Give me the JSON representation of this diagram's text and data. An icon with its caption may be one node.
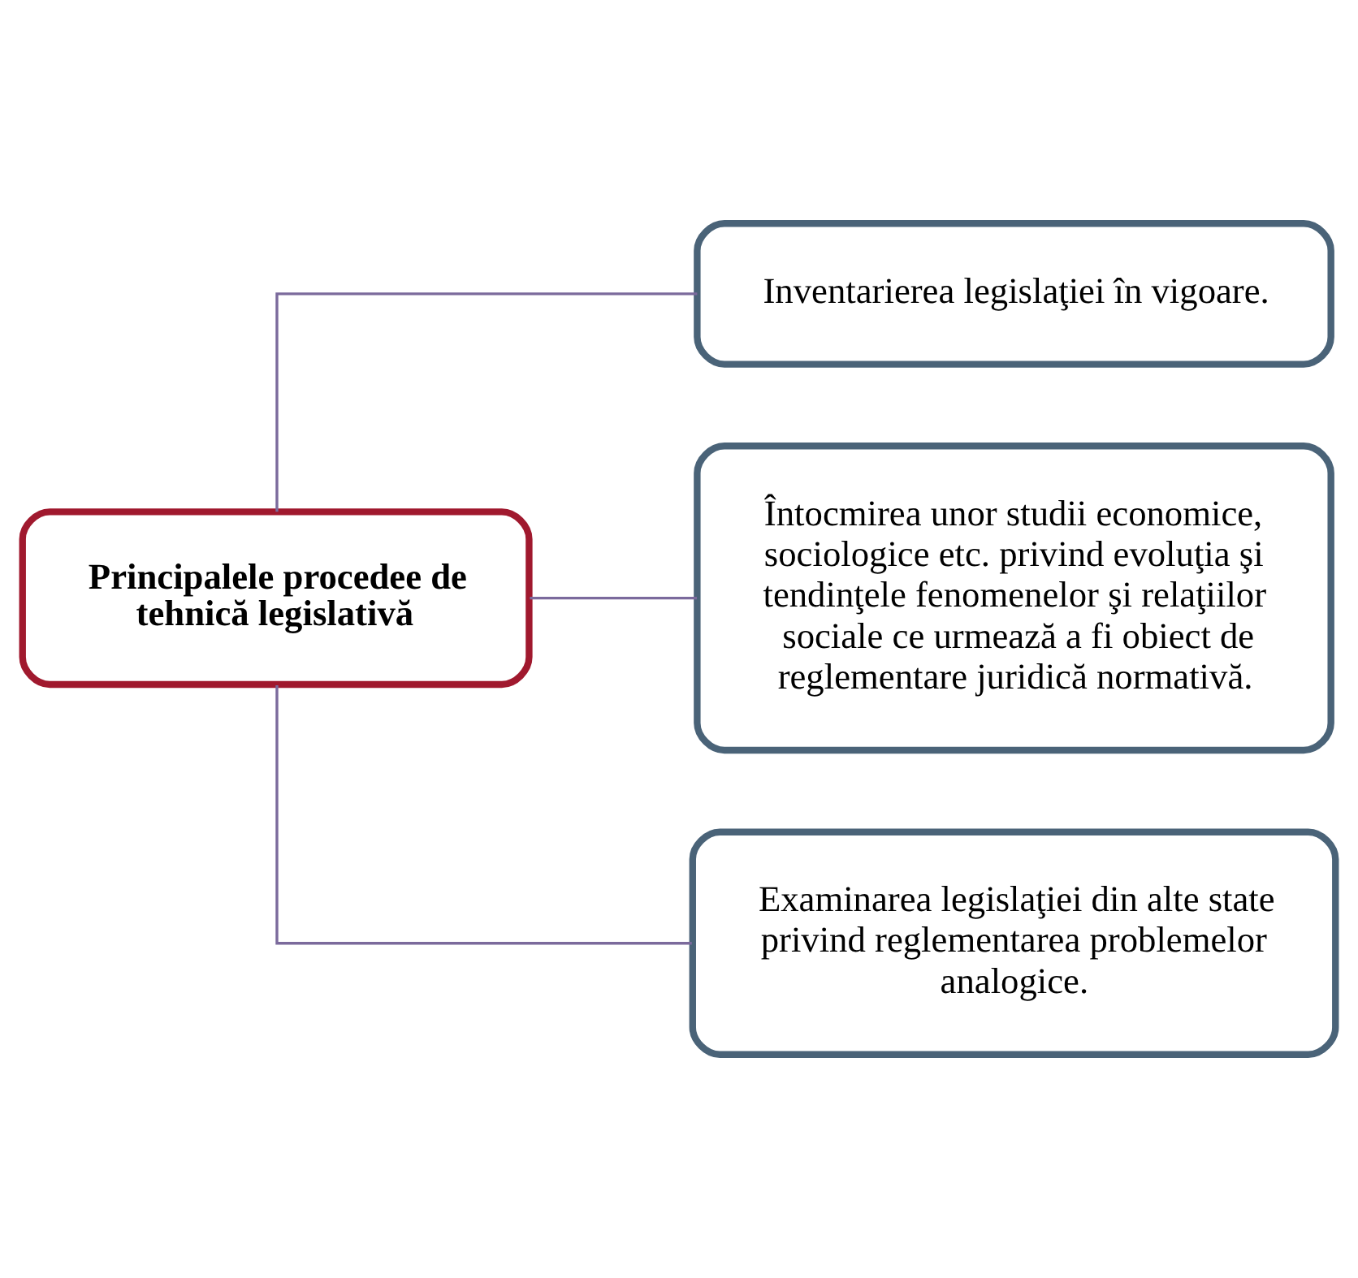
{
  "diagram": {
    "nodes": [
      {
        "text": [
          "Principalele procedee de tehnică legislativă"
        ]
      },
      {
        "text": [
          "Inventarierea legislaţiei în vigoare."
        ]
      },
      {
        "text": [
          "Întocmirea unor studii economice, sociologice etc. privind evoluţia şi tendinţele fenomenelor şi relaţiilor sociale ce urmează a fi obiect de reglementare juridică normativă."
        ]
      },
      {
        "text": [
          "Examinarea legislaţiei din alte state privind reglementarea problemelor analogice."
        ]
      }
    ],
    "edges": [
      {
        "from": 0,
        "to": 1,
        "arrow": "none"
      },
      {
        "from": 0,
        "to": 2,
        "arrow": "none"
      },
      {
        "from": 0,
        "to": 3,
        "arrow": "none"
      }
    ]
  }
}
